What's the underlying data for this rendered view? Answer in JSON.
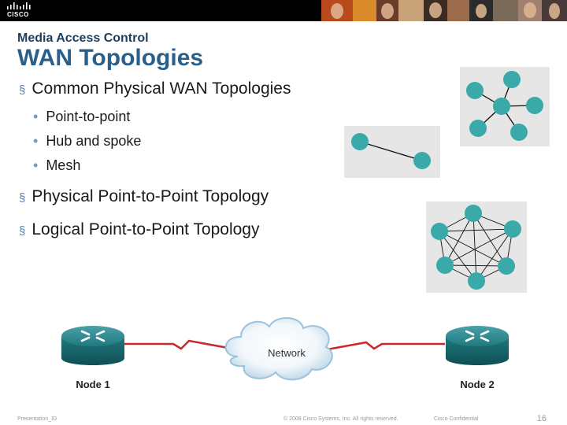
{
  "header": {
    "brand": "CISCO",
    "photo_colors": [
      "#b94a1e",
      "#d98a2a",
      "#6a3a2a",
      "#c8a37a",
      "#3c2a24",
      "#9b6b4b",
      "#2b2b2b",
      "#7a6a5a",
      "#a08070",
      "#4a3a3a"
    ]
  },
  "slide": {
    "subtitle": "Media Access Control",
    "title": "WAN Topologies",
    "bullets": [
      "Common Physical WAN Topologies",
      "Physical Point-to-Point Topology",
      "Logical Point-to-Point Topology"
    ],
    "sub_bullets": [
      "Point-to-point",
      "Hub and spoke",
      "Mesh"
    ]
  },
  "diagram": {
    "node1_label": "Node 1",
    "node2_label": "Node 2",
    "network_label": "Network",
    "node_color": "#3aa9a9",
    "router_color": "#1f7a7f",
    "link_color": "#c82a2a"
  },
  "footer": {
    "presentation_id": "Presentation_ID",
    "copyright": "© 2008 Cisco Systems, Inc. All rights reserved.",
    "confidential": "Cisco Confidential",
    "page": "16"
  }
}
